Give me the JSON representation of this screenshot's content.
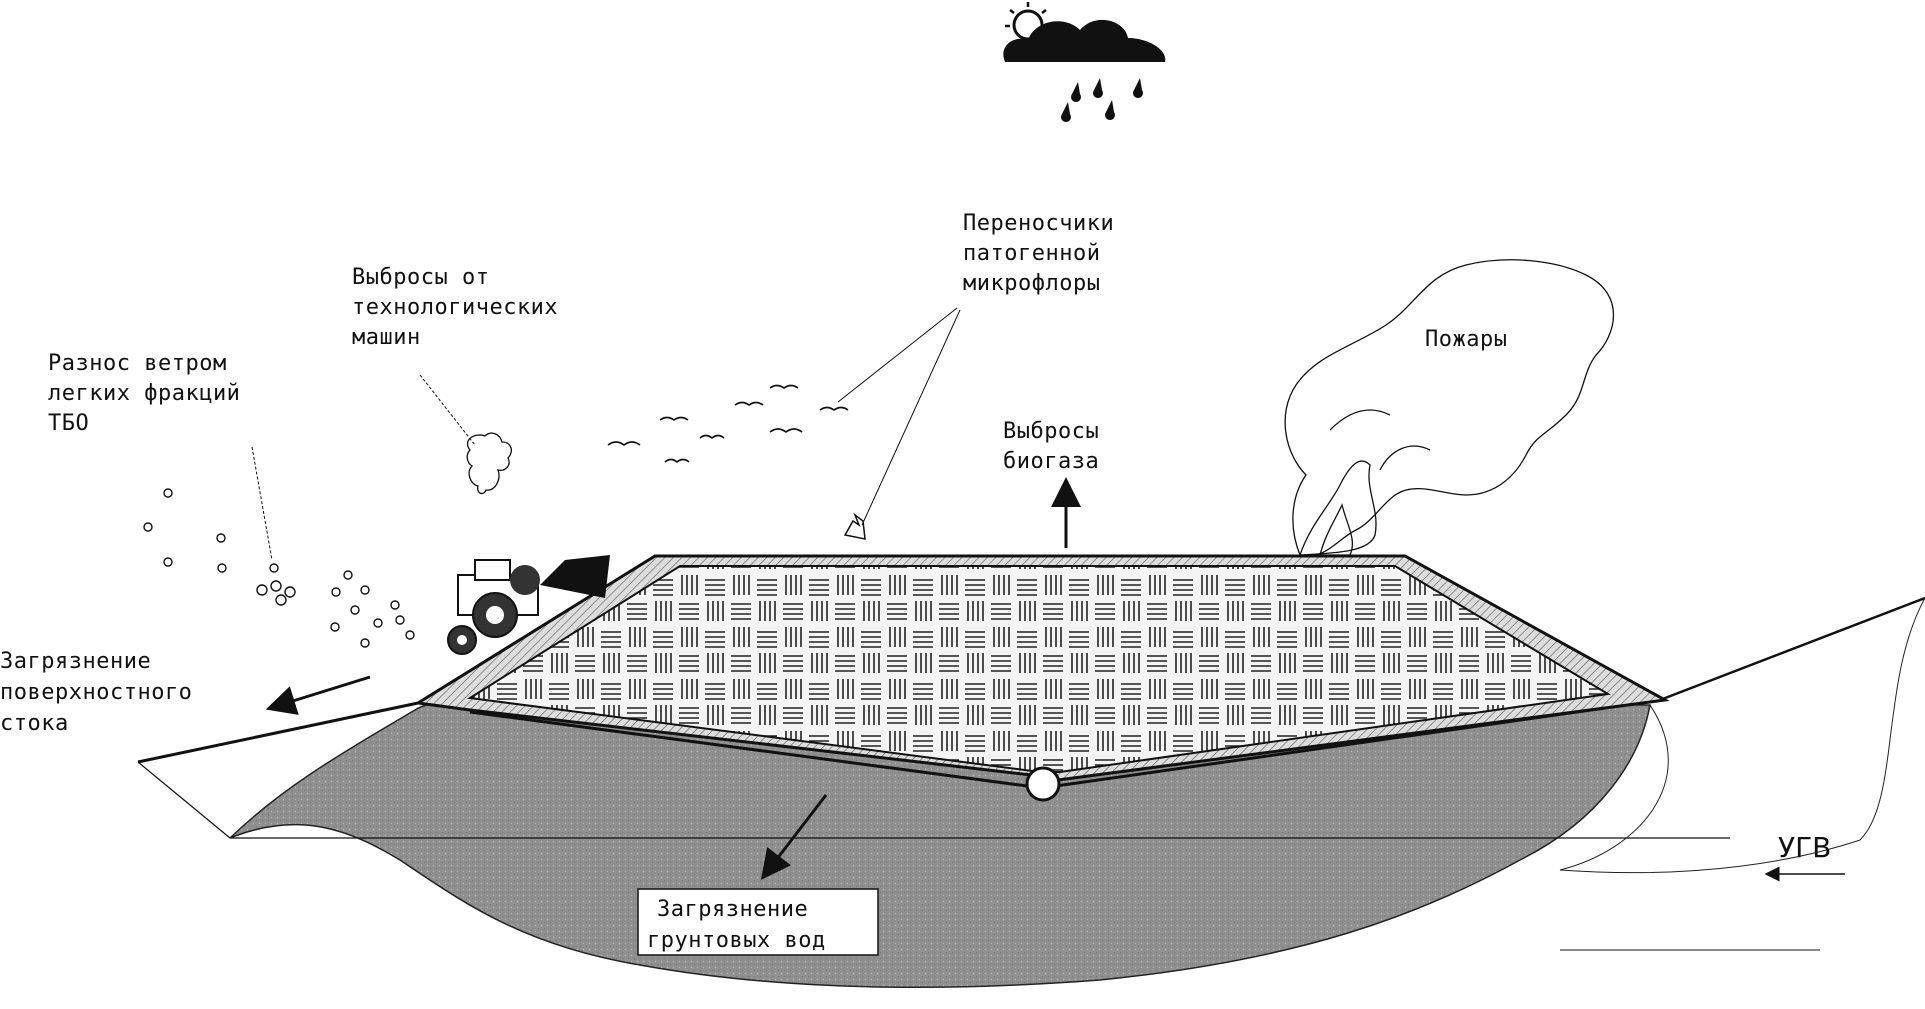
{
  "labels": {
    "wind": [
      "Разнос ветром",
      "легких фракций",
      "ТБО"
    ],
    "machines": [
      "Выбросы от",
      "технологических",
      "машин"
    ],
    "carriers": [
      "Переносчики",
      "патогенной",
      "микрофлоры"
    ],
    "biogas": [
      "Выбросы",
      "биогаза"
    ],
    "fires": "Пожары",
    "surface_runoff": [
      "Загрязнение",
      "поверхностного",
      "стока"
    ],
    "groundwater": [
      "Загрязнение",
      "грунтовых вод"
    ],
    "water_table": "УГВ"
  },
  "icons": {
    "cloud": "cloud-sun-rain-icon",
    "tractor": "tractor-icon",
    "birds": "bird-icon",
    "fire": "fire-smoke-icon"
  },
  "colors": {
    "ink": "#111111",
    "ground": "#8f8f8f",
    "waste_fill": "#f4f4f4",
    "liner": "#cfcfcf"
  }
}
